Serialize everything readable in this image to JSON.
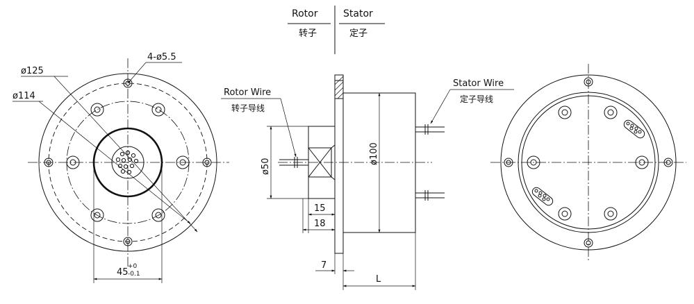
{
  "legend": {
    "rotor_en": "Rotor",
    "rotor_cn": "转子",
    "stator_en": "Stator",
    "stator_cn": "定子"
  },
  "front_view": {
    "holes_label": "4-ø5.5",
    "outer_dia_label": "ø125",
    "bolt_circle_label": "ø114",
    "shaft_dim_main": "45",
    "shaft_dim_tol_upper": "+0",
    "shaft_dim_tol_lower": "-0.1"
  },
  "side_view": {
    "rotor_wire_en": "Rotor Wire",
    "rotor_wire_cn": "转子导线",
    "stator_wire_en": "Stator Wire",
    "stator_wire_cn": "定子导线",
    "dia_50": "ø50",
    "dia_100": "ø100",
    "dim_15": "15",
    "dim_18": "18",
    "dim_7": "7",
    "dim_L": "L"
  }
}
